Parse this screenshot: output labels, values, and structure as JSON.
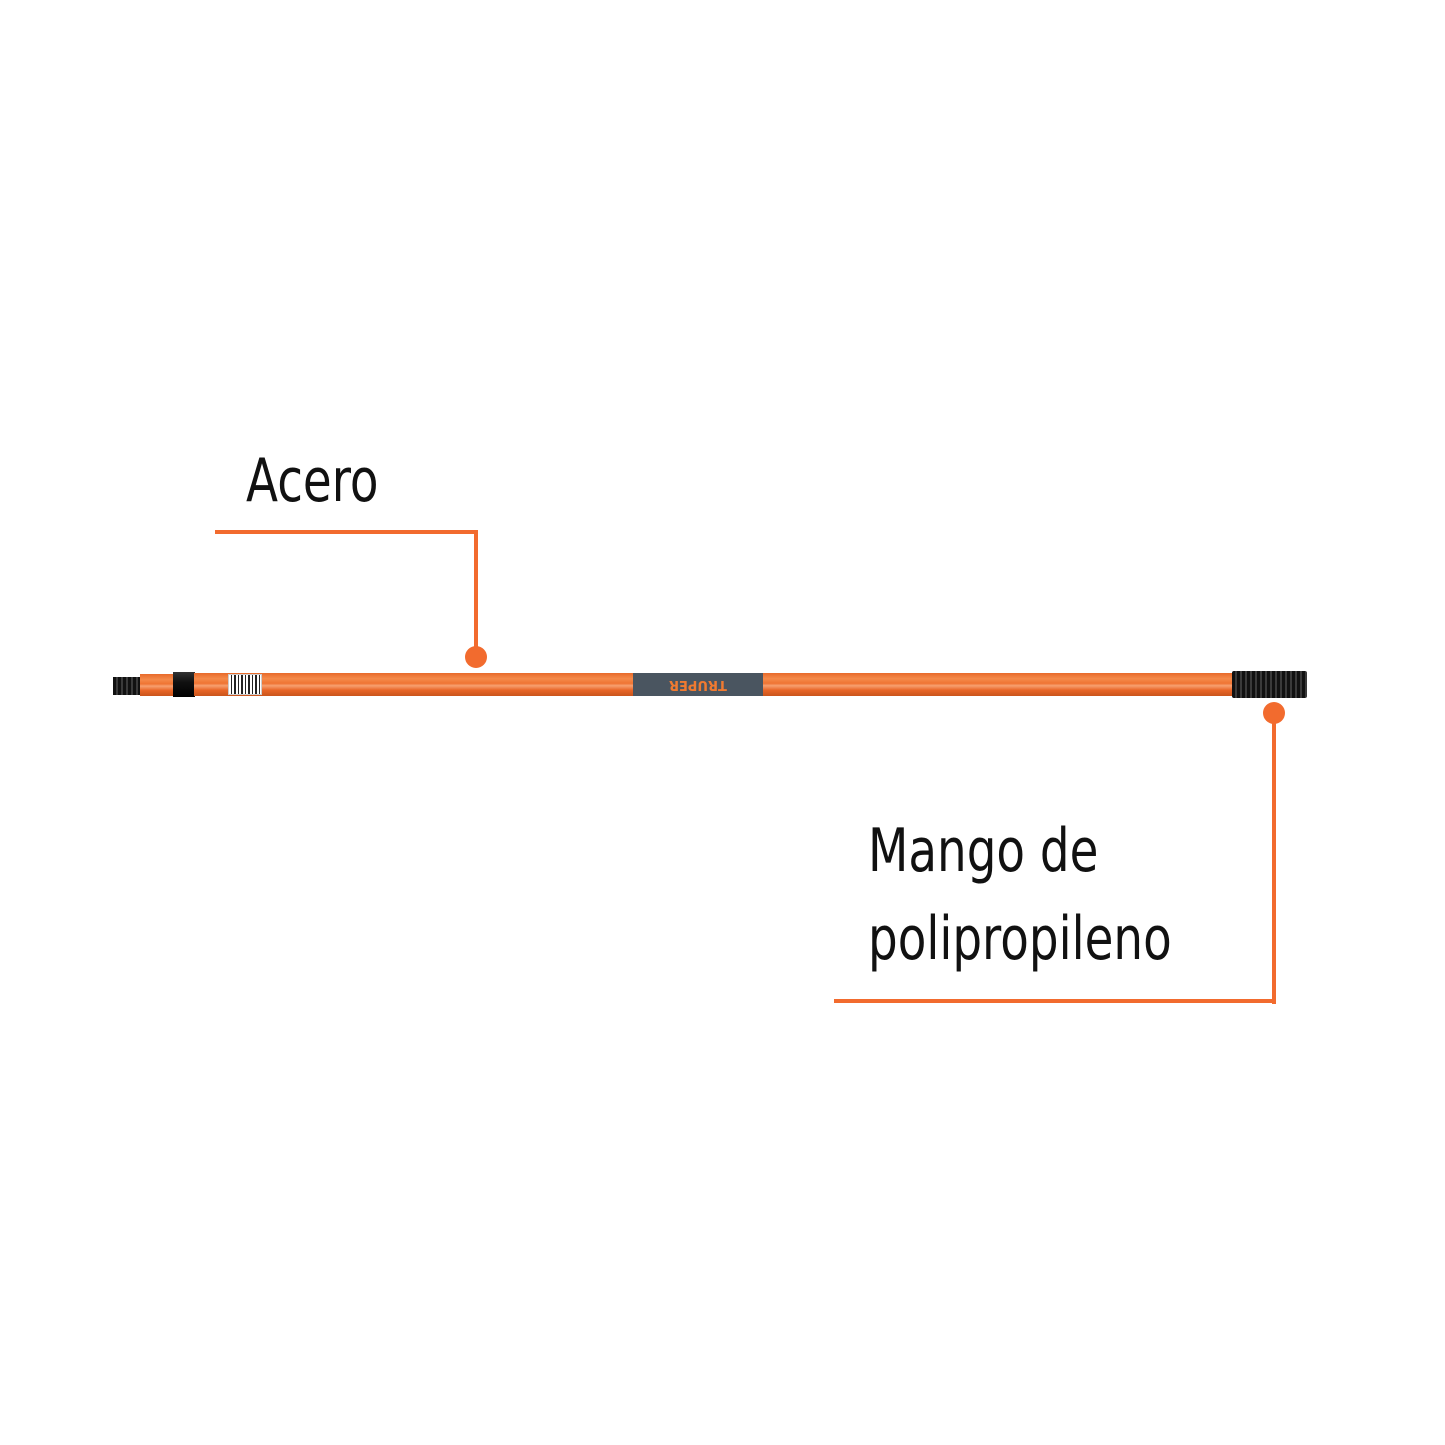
{
  "accent_color": "#f26b2e",
  "callouts": [
    {
      "text": "Acero"
    },
    {
      "line1": "Mango de",
      "line2": "polipropileno"
    }
  ],
  "product": {
    "brand_logo_text": "TRUPER",
    "pole_color": "#ef7433",
    "grip_color": "#111111"
  }
}
